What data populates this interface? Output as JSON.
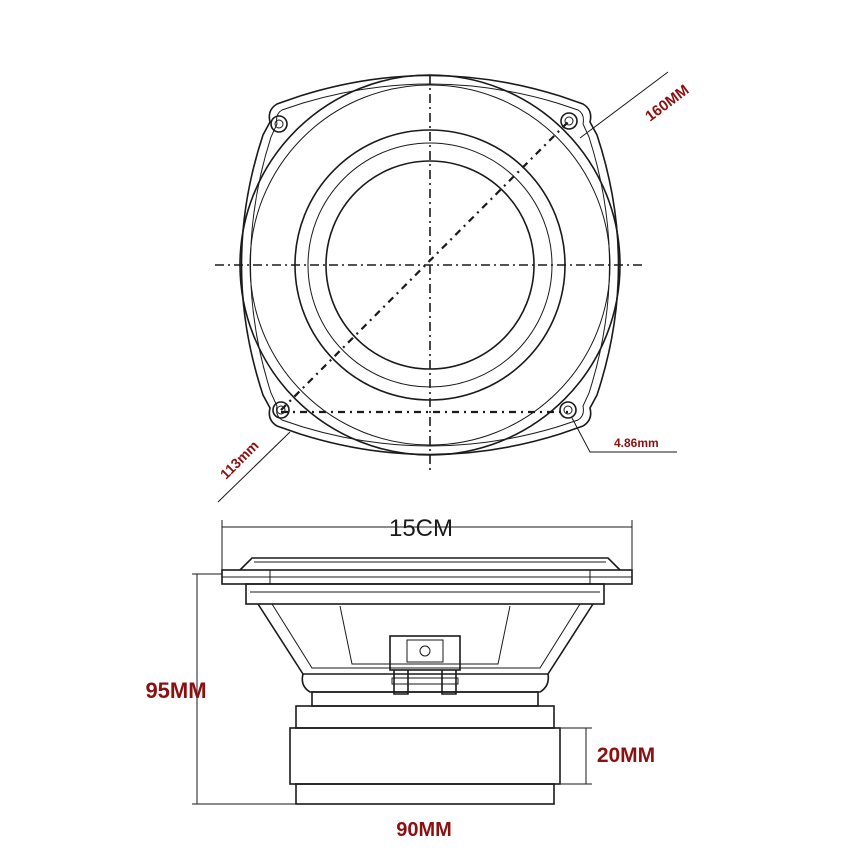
{
  "diagram": {
    "labels": {
      "diagonal_top": "160MM",
      "diagonal_bottom": "113mm",
      "hole": "4.86mm",
      "width": "15CM",
      "height": "95MM",
      "magnet_height": "20MM",
      "magnet_width": "90MM"
    },
    "colors": {
      "line": "#1a1a1a",
      "label_red": "#8b1111"
    }
  }
}
